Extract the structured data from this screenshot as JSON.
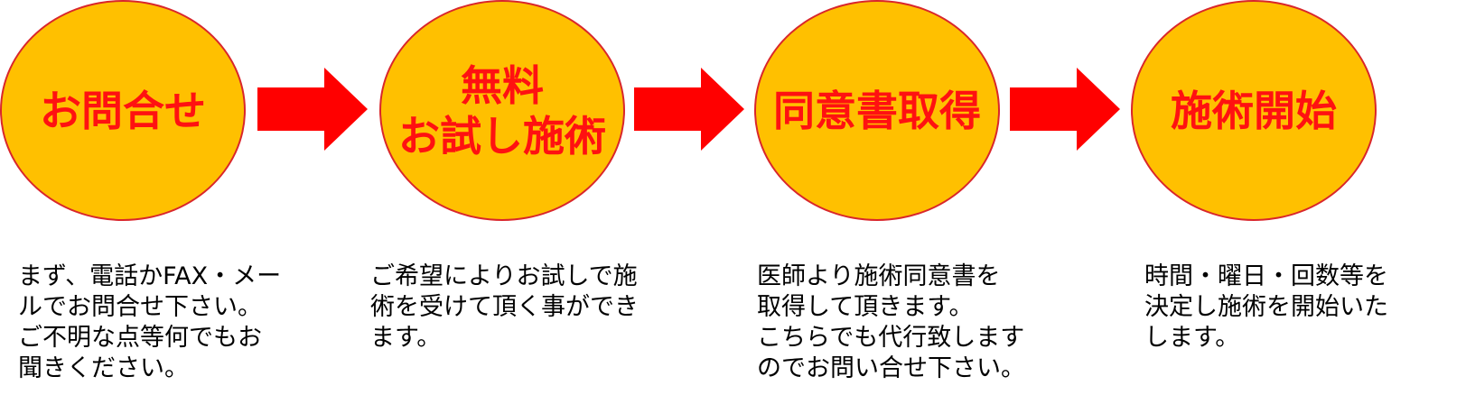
{
  "colors": {
    "circle_fill": "#ffc000",
    "circle_border": "#d9262b",
    "title_text": "#ff1111",
    "arrow": "#ff0000",
    "desc_text": "#000000"
  },
  "steps": [
    {
      "title": "お問合せ",
      "description": "まず、電話かFAX・メー\nルでお問合せ下さい。\nご不明な点等何でもお\n聞きください。"
    },
    {
      "title": "無料\nお試し施術",
      "description": "ご希望によりお試しで施\n術を受けて頂く事ができ\nます。"
    },
    {
      "title": "同意書取得",
      "description": "医師より施術同意書を\n取得して頂きます。\nこちらでも代行致します\nのでお問い合せ下さい。"
    },
    {
      "title": "施術開始",
      "description": "時間・曜日・回数等を\n決定し施術を開始いた\nします。"
    }
  ]
}
